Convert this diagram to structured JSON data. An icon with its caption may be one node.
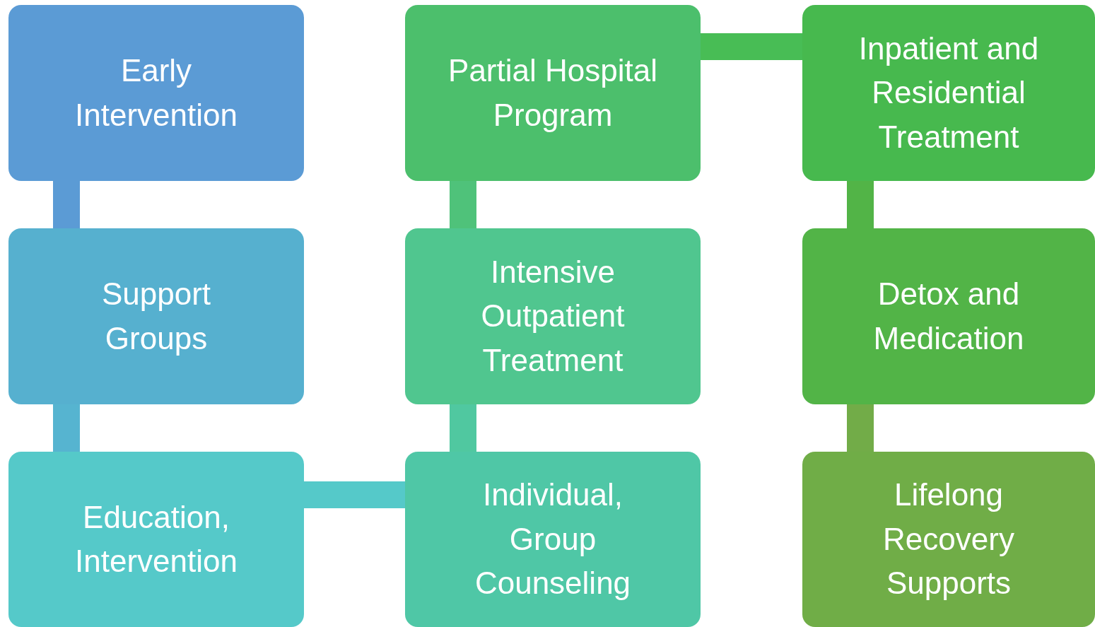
{
  "diagram": {
    "nodes": [
      {
        "text": [
          "Early Intervention"
        ]
      },
      {
        "text": [
          "Partial Hospital Program"
        ]
      },
      {
        "text": [
          "Inpatient and Residential Treatment"
        ]
      },
      {
        "text": [
          "Support Groups"
        ]
      },
      {
        "text": [
          "Intensive Outpatient Treatment"
        ]
      },
      {
        "text": [
          "Detox and Medication"
        ]
      },
      {
        "text": [
          "Education, Intervention"
        ]
      },
      {
        "text": [
          "Individual, Group Counseling"
        ]
      },
      {
        "text": [
          "Lifelong Recovery Supports"
        ]
      }
    ],
    "edges": [
      {
        "from": 0,
        "to": 3,
        "arrow": "none",
        "color": "#5b9bd5"
      },
      {
        "from": 3,
        "to": 6,
        "arrow": "none",
        "color": "#56b4d0"
      },
      {
        "from": 6,
        "to": 7,
        "arrow": "none",
        "color": "#55c9c9"
      },
      {
        "from": 7,
        "to": 4,
        "arrow": "none",
        "color": "#50c8a0"
      },
      {
        "from": 4,
        "to": 1,
        "arrow": "none",
        "color": "#4fc27a"
      },
      {
        "from": 1,
        "to": 2,
        "arrow": "none",
        "color": "#48bd55"
      },
      {
        "from": 2,
        "to": 5,
        "arrow": "none",
        "color": "#52b447"
      },
      {
        "from": 5,
        "to": 8,
        "arrow": "none",
        "color": "#72ac48"
      }
    ]
  }
}
